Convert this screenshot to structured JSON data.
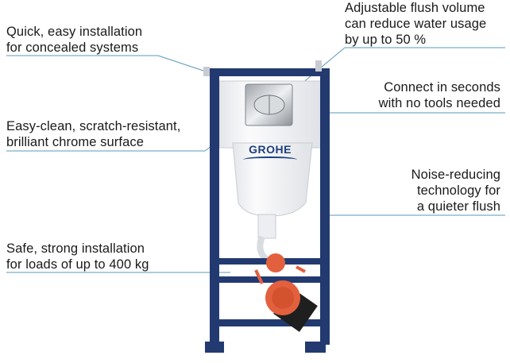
{
  "brand": {
    "logo_text": "GROHE"
  },
  "callouts": {
    "quick_install": {
      "line1": "Quick, easy installation",
      "line2": "for concealed systems"
    },
    "chrome_surface": {
      "line1": "Easy-clean, scratch-resistant,",
      "line2": "brilliant chrome surface"
    },
    "strong_install": {
      "line1": "Safe, strong installation",
      "line2": "for loads of up to 400 kg"
    },
    "flush_volume": {
      "line1": "Adjustable flush volume",
      "line2": "can reduce water usage",
      "line3": "by up to 50 %"
    },
    "no_tools": {
      "line1": "Connect in seconds",
      "line2": "with no tools needed"
    },
    "noise_reducing": {
      "line1": "Noise-reducing",
      "line2": "technology for",
      "line3": "a quieter flush"
    }
  },
  "colors": {
    "frame": "#233a70",
    "leader_line": "#5a9ab8",
    "cistern": "#f2f3f5",
    "chrome": "#c9ccd0",
    "plug": "#e3603e",
    "logo": "#1d3f80"
  }
}
